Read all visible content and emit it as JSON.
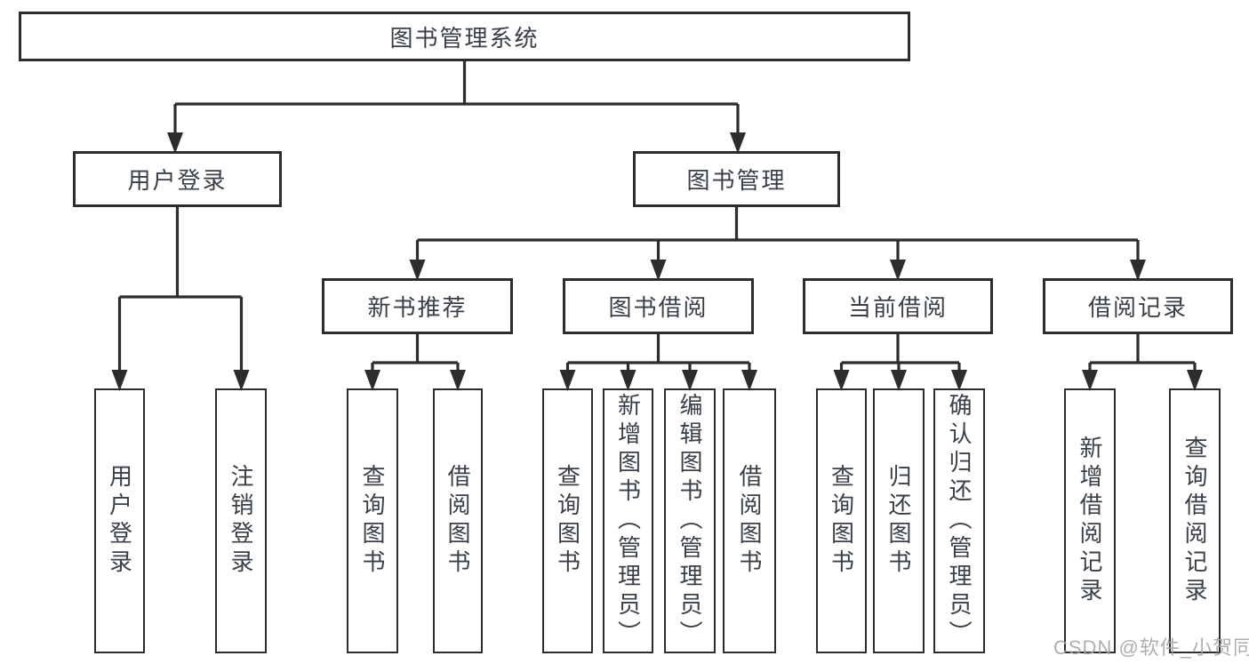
{
  "tree": {
    "label": "图书管理系统",
    "children": [
      {
        "label": "用户登录",
        "children": [
          {
            "label": "用户登录"
          },
          {
            "label": "注销登录"
          }
        ]
      },
      {
        "label": "图书管理",
        "children": [
          {
            "label": "新书推荐",
            "children": [
              {
                "label": "查询图书"
              },
              {
                "label": "借阅图书"
              }
            ]
          },
          {
            "label": "图书借阅",
            "children": [
              {
                "label": "查询图书"
              },
              {
                "label": "新增图书（管理员）"
              },
              {
                "label": "编辑图书（管理员）"
              },
              {
                "label": "借阅图书"
              }
            ]
          },
          {
            "label": "当前借阅",
            "children": [
              {
                "label": "查询图书"
              },
              {
                "label": "归还图书"
              },
              {
                "label": "确认归还（管理员）"
              }
            ]
          },
          {
            "label": "借阅记录",
            "children": [
              {
                "label": "新增借阅记录"
              },
              {
                "label": "查询借阅记录"
              }
            ]
          }
        ]
      }
    ]
  },
  "watermark": "CSDN @软件_小贺同学",
  "colors": {
    "line": "#2d2d2d",
    "text": "#3a4048",
    "watermark": "#a3a3a3",
    "background": "#ffffff"
  }
}
